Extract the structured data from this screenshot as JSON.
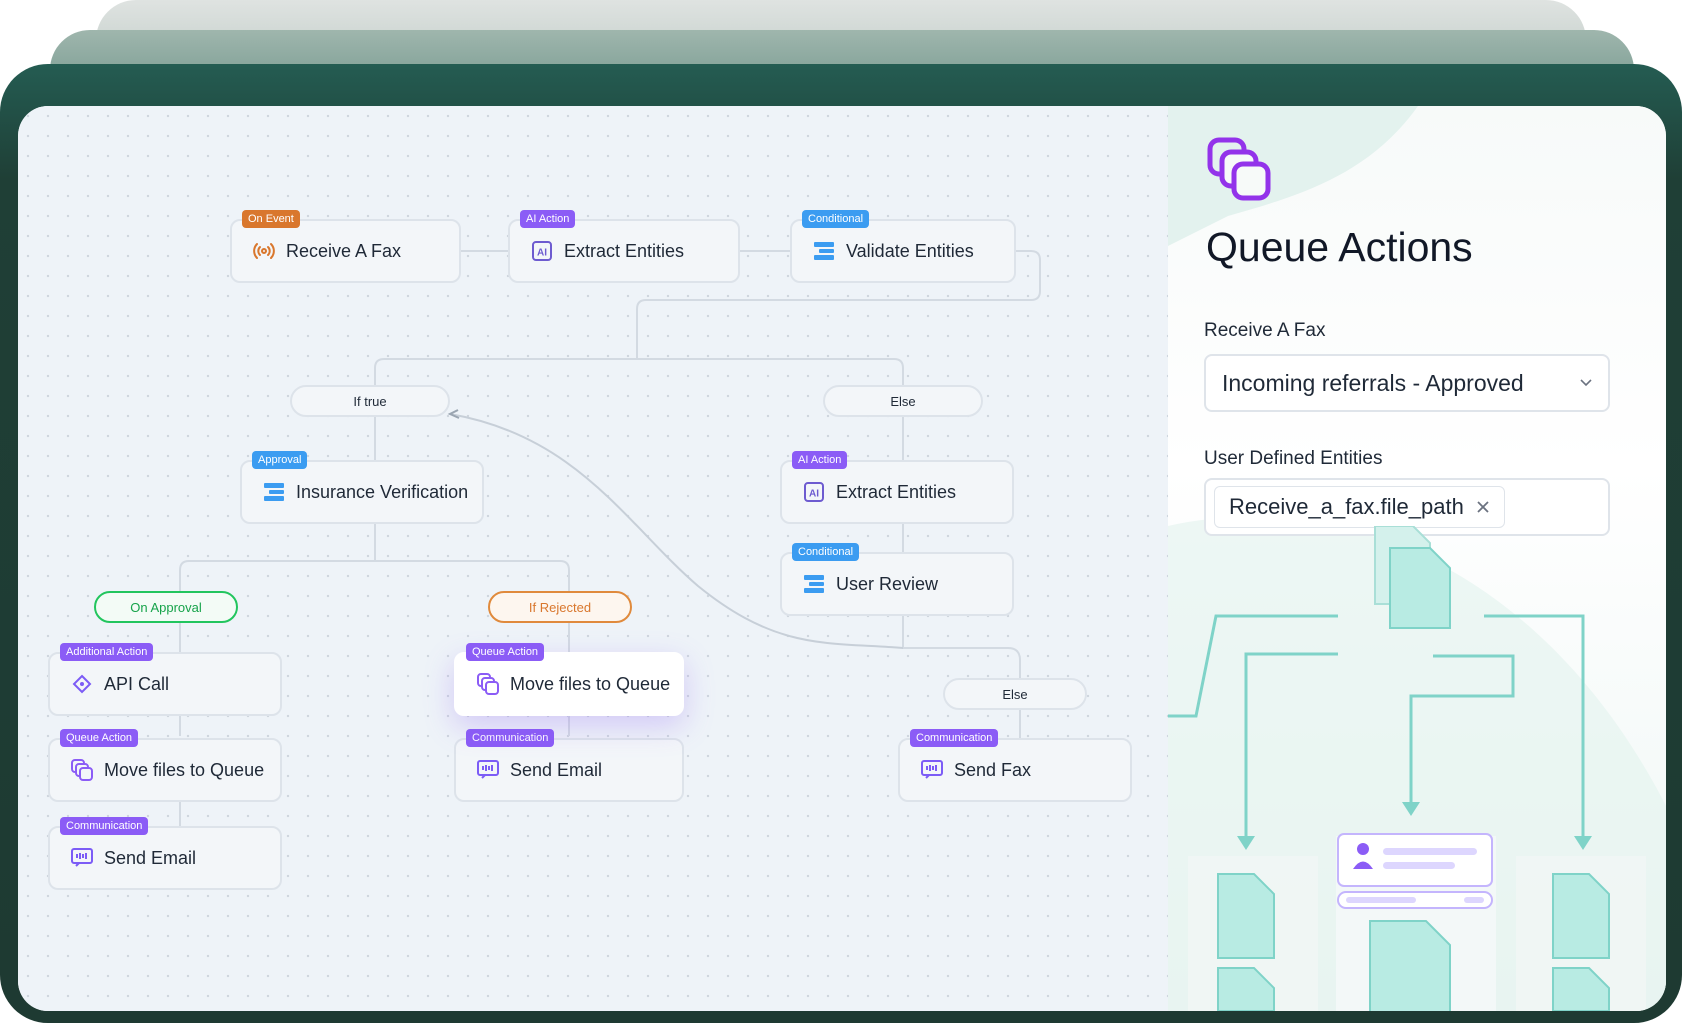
{
  "workflow": {
    "nodes": {
      "receive_fax": {
        "tag": "On Event",
        "label": "Receive A Fax",
        "icon": "broadcast-icon"
      },
      "extract_entities_1": {
        "tag": "AI Action",
        "label": "Extract Entities",
        "icon": "ai-icon"
      },
      "validate_entities": {
        "tag": "Conditional",
        "label": "Validate Entities",
        "icon": "conditional-icon"
      },
      "insurance_verification": {
        "tag": "Approval",
        "label": "Insurance Verification",
        "icon": "conditional-icon"
      },
      "extract_entities_2": {
        "tag": "AI Action",
        "label": "Extract Entities",
        "icon": "ai-icon"
      },
      "user_review": {
        "tag": "Conditional",
        "label": "User Review",
        "icon": "conditional-icon"
      },
      "api_call": {
        "tag": "Additional Action",
        "label": "API Call",
        "icon": "api-icon"
      },
      "move_files_left": {
        "tag": "Queue Action",
        "label": "Move files to Queue",
        "icon": "queue-icon"
      },
      "send_email_left": {
        "tag": "Communication",
        "label": "Send Email",
        "icon": "message-icon"
      },
      "move_files_center": {
        "tag": "Queue Action",
        "label": "Move files to Queue",
        "icon": "queue-icon"
      },
      "send_email_center": {
        "tag": "Communication",
        "label": "Send Email",
        "icon": "message-icon"
      },
      "send_fax": {
        "tag": "Communication",
        "label": "Send Fax",
        "icon": "message-icon"
      }
    },
    "branches": {
      "if_true": "If true",
      "else_1": "Else",
      "on_approval": "On Approval",
      "if_rejected": "If Rejected",
      "else_2": "Else"
    }
  },
  "panel": {
    "icon": "queue-icon",
    "title": "Queue Actions",
    "receive_label": "Receive A Fax",
    "receive_value": "Incoming referrals - Approved",
    "entities_label": "User Defined Entities",
    "entities_chip": "Receive_a_fax.file_path"
  },
  "colors": {
    "on_event": "#d9772d",
    "ai_action": "#8b5cf6",
    "conditional": "#3b9cf1",
    "approval_green": "#22c55e",
    "frame_green": "#1e3a32",
    "illustration_teal": "#a7e3dc"
  }
}
